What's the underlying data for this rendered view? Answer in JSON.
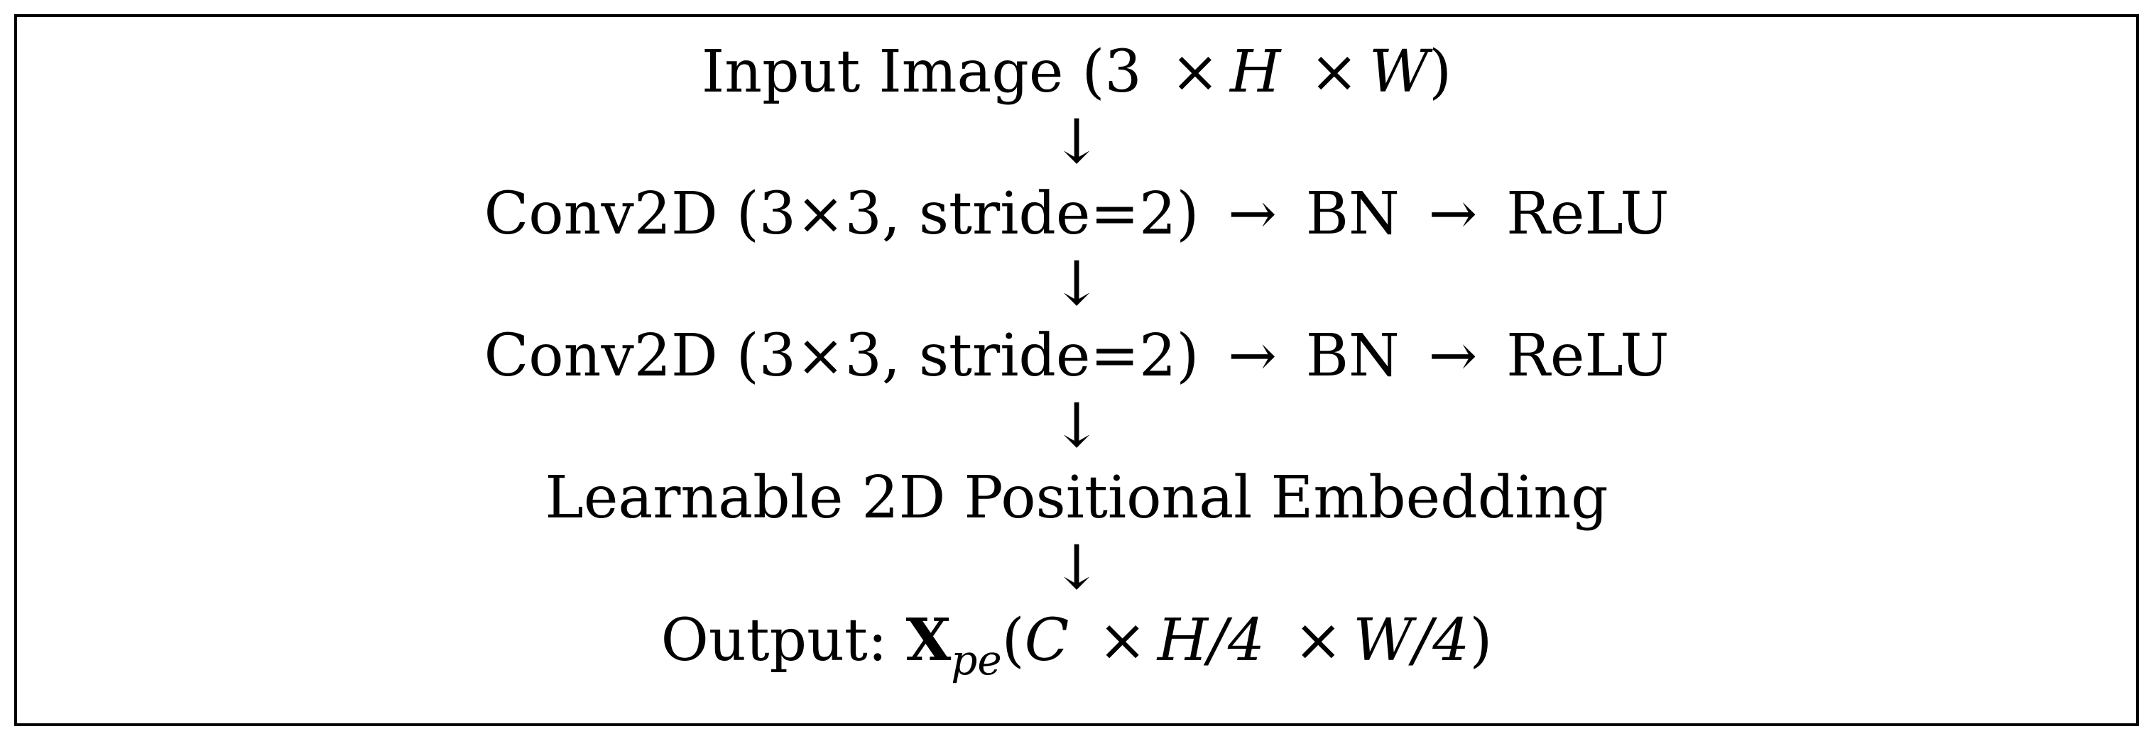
{
  "steps": [
    {
      "label": "Input Image",
      "dims_open": "(",
      "dim1": "3",
      "times": "×",
      "dim2": "H",
      "dim3": "W",
      "dims_close": ")"
    },
    {
      "op": "Conv2D (3×3, stride=2)",
      "arrow": "→",
      "bn": "BN",
      "relu": "ReLU"
    },
    {
      "op": "Conv2D (3×3, stride=2)",
      "arrow": "→",
      "bn": "BN",
      "relu": "ReLU"
    },
    {
      "label": "Learnable 2D Positional Embedding"
    },
    {
      "prefix": "Output:",
      "symbol": "X",
      "subscript": "pe",
      "open": "(",
      "c": "C",
      "times": "×",
      "h": "H/4",
      "w": "W/4",
      "close": ")"
    }
  ],
  "connector": "↓"
}
